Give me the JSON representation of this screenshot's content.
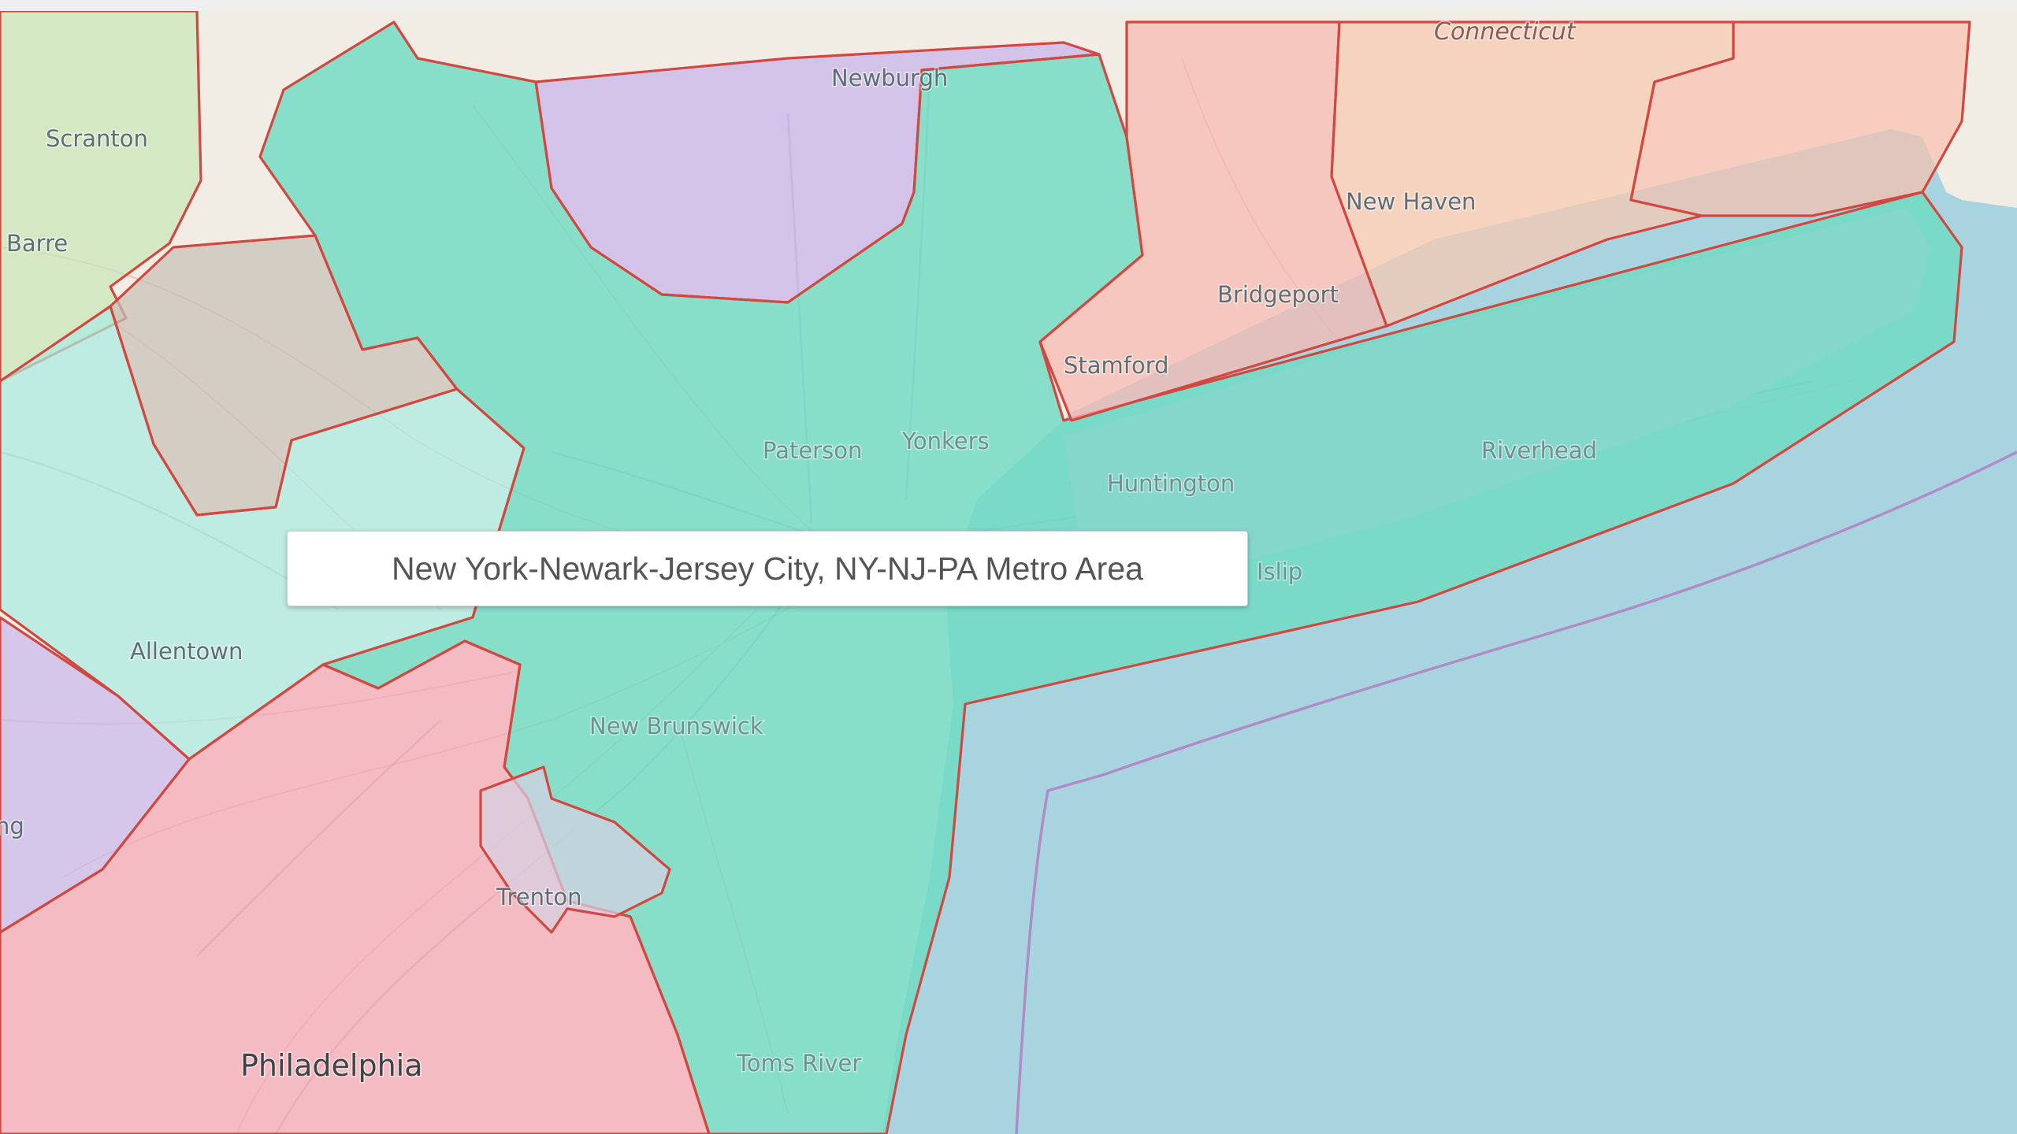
{
  "map": {
    "colors": {
      "ocean": "#a8d4df",
      "land": "#f2ede4",
      "nyc_metro": "#6fdcc3",
      "philadelphia": "#f4a8b4",
      "southern_ct": "#f7b8b0",
      "new_haven": "#f7c9b0",
      "poughkeepsie": "#c7b3ea",
      "allentown": "#a9ebe0",
      "scranton": "#c7e6b6",
      "east_stroudsburg": "#c7c0b6",
      "trenton": "#d7d0e2",
      "reading": "#c9b8ec",
      "border": "#d2473f",
      "eez_line": "#b08bc7"
    },
    "places": [
      {
        "name": "Connecticut"
      },
      {
        "name": "Newburgh"
      },
      {
        "name": "Scranton"
      },
      {
        "name": "Barre"
      },
      {
        "name": "New Haven"
      },
      {
        "name": "Bridgeport"
      },
      {
        "name": "Stamford"
      },
      {
        "name": "Paterson"
      },
      {
        "name": "Yonkers"
      },
      {
        "name": "Huntington"
      },
      {
        "name": "Riverhead"
      },
      {
        "name": "Islip"
      },
      {
        "name": "Allentown"
      },
      {
        "name": "New Brunswick"
      },
      {
        "name": "ng"
      },
      {
        "name": "Trenton"
      },
      {
        "name": "Philadelphia"
      },
      {
        "name": "Toms River"
      }
    ]
  },
  "tooltip": {
    "text": "New York-Newark-Jersey City, NY-NJ-PA Metro Area"
  }
}
